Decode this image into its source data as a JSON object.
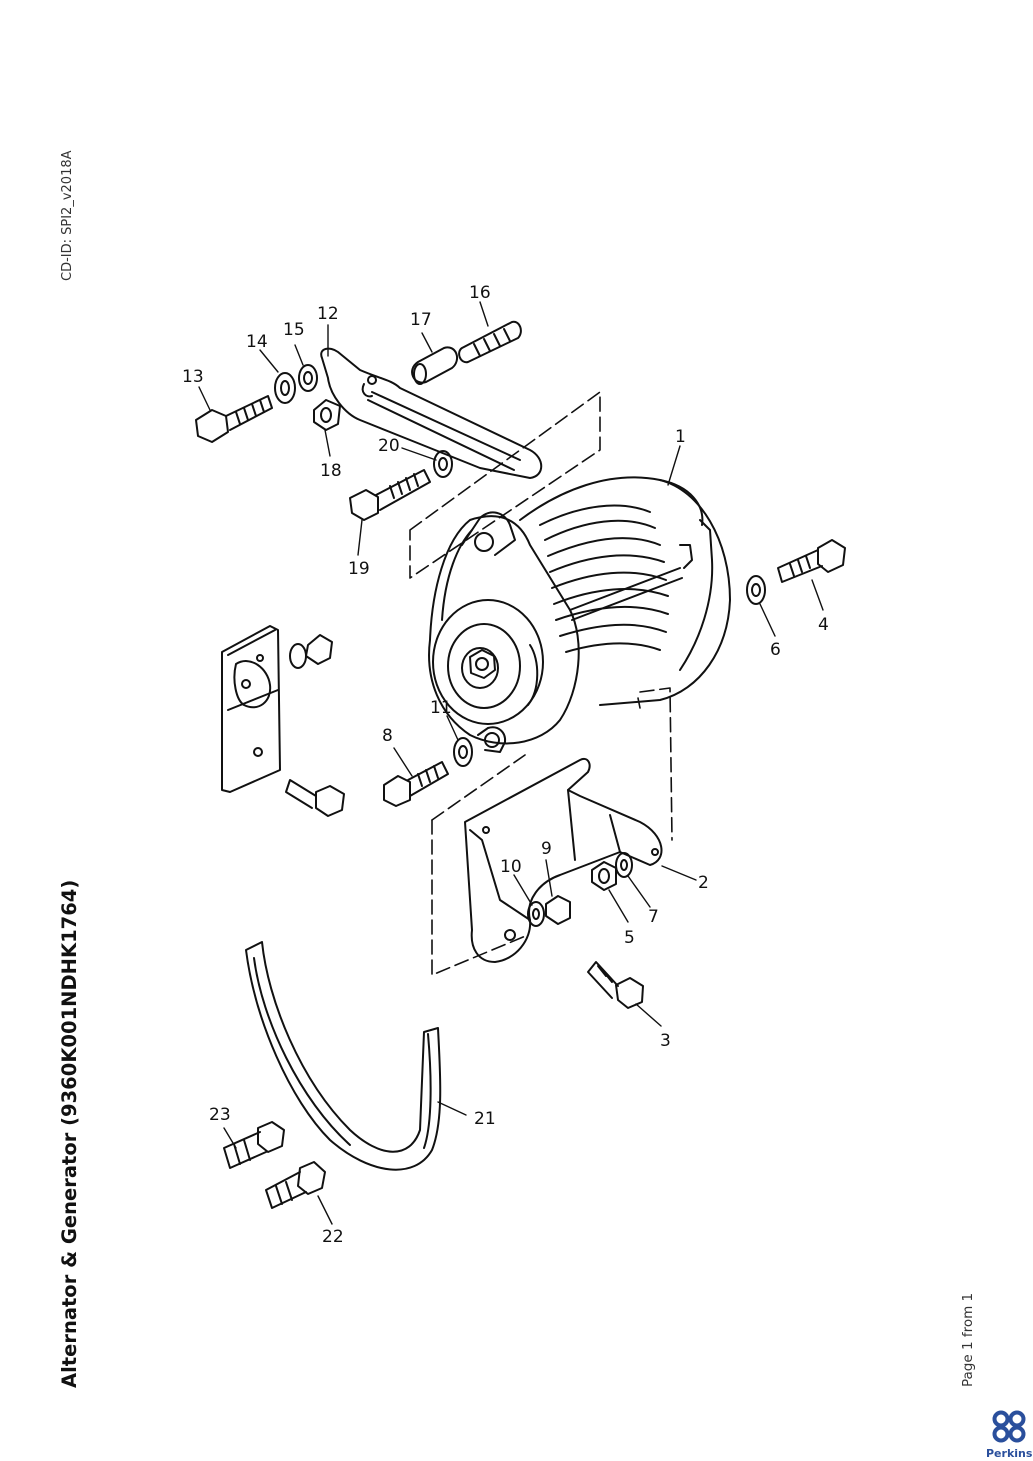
{
  "document": {
    "title": "Alternator & Generator (9360K001NDHK1764)",
    "cd_id": "CD-ID: SPI2_v2018A",
    "page_indicator": "Page 1 from 1",
    "brand": "Perkins",
    "brand_color": "#2a4f9c"
  },
  "callouts": [
    "1",
    "2",
    "3",
    "4",
    "5",
    "6",
    "7",
    "8",
    "9",
    "10",
    "11",
    "12",
    "13",
    "14",
    "15",
    "16",
    "17",
    "18",
    "19",
    "20",
    "21",
    "22",
    "23"
  ]
}
